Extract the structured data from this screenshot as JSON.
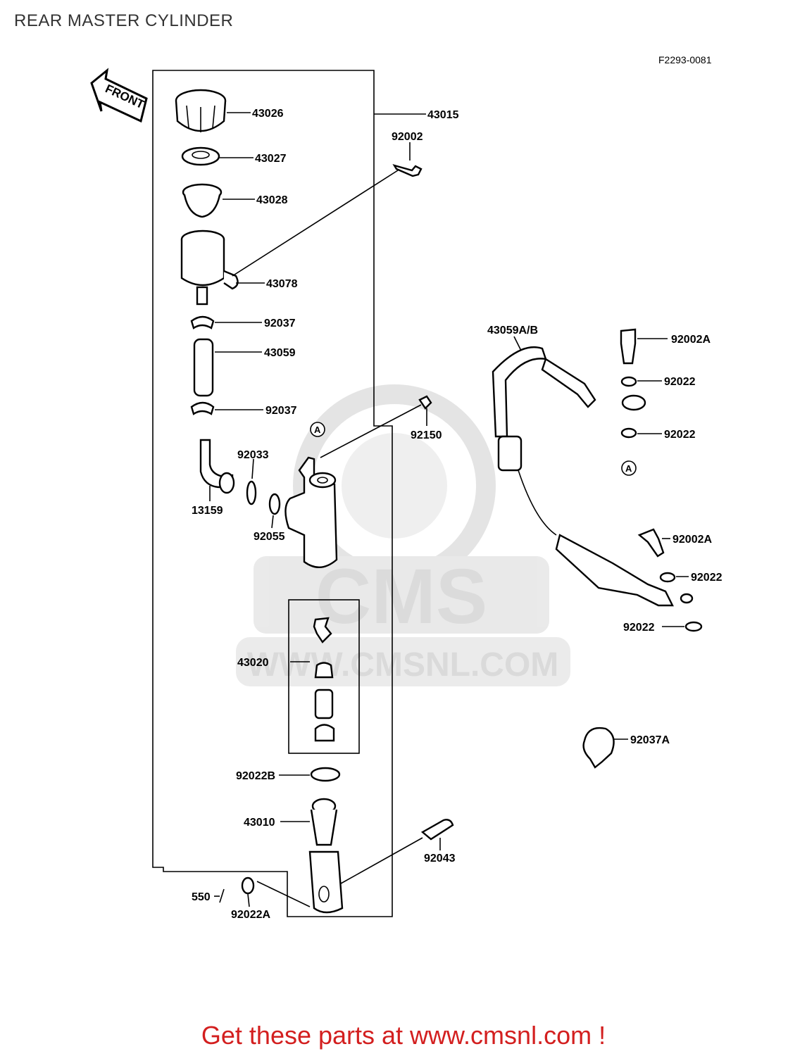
{
  "header": {
    "title": "REAR MASTER CYLINDER",
    "ref_code": "F2293-0081"
  },
  "front_arrow": {
    "label": "FRONT",
    "icon": "front-arrow-icon"
  },
  "watermark": {
    "brand": "CMS",
    "url": "WWW.CMSNL.COM",
    "color": "#cfcfcf"
  },
  "parts": [
    {
      "id": "p43026",
      "number": "43026"
    },
    {
      "id": "p43015",
      "number": "43015"
    },
    {
      "id": "p92002",
      "number": "92002"
    },
    {
      "id": "p43027",
      "number": "43027"
    },
    {
      "id": "p43028",
      "number": "43028"
    },
    {
      "id": "p43078",
      "number": "43078"
    },
    {
      "id": "p92037a",
      "number": "92037"
    },
    {
      "id": "p43059",
      "number": "43059"
    },
    {
      "id": "p92037b",
      "number": "92037"
    },
    {
      "id": "p92150",
      "number": "92150"
    },
    {
      "id": "p92033",
      "number": "92033"
    },
    {
      "id": "p13159",
      "number": "13159"
    },
    {
      "id": "p92055",
      "number": "92055"
    },
    {
      "id": "p43020",
      "number": "43020"
    },
    {
      "id": "p92022B",
      "number": "92022B"
    },
    {
      "id": "p43010",
      "number": "43010"
    },
    {
      "id": "p92043",
      "number": "92043"
    },
    {
      "id": "p550",
      "number": "550"
    },
    {
      "id": "p92022A",
      "number": "92022A"
    },
    {
      "id": "p43059AB",
      "number": "43059A/B"
    },
    {
      "id": "p92002A1",
      "number": "92002A"
    },
    {
      "id": "p92022_1",
      "number": "92022"
    },
    {
      "id": "p92022_2",
      "number": "92022"
    },
    {
      "id": "p92002A2",
      "number": "92002A"
    },
    {
      "id": "p92022_3",
      "number": "92022"
    },
    {
      "id": "p92022_4",
      "number": "92022"
    },
    {
      "id": "p92037A",
      "number": "92037A"
    }
  ],
  "markers": {
    "connection_a": "A"
  },
  "footer": {
    "text": "Get these parts at www.cmsnl.com !",
    "color": "#d31f1f"
  }
}
